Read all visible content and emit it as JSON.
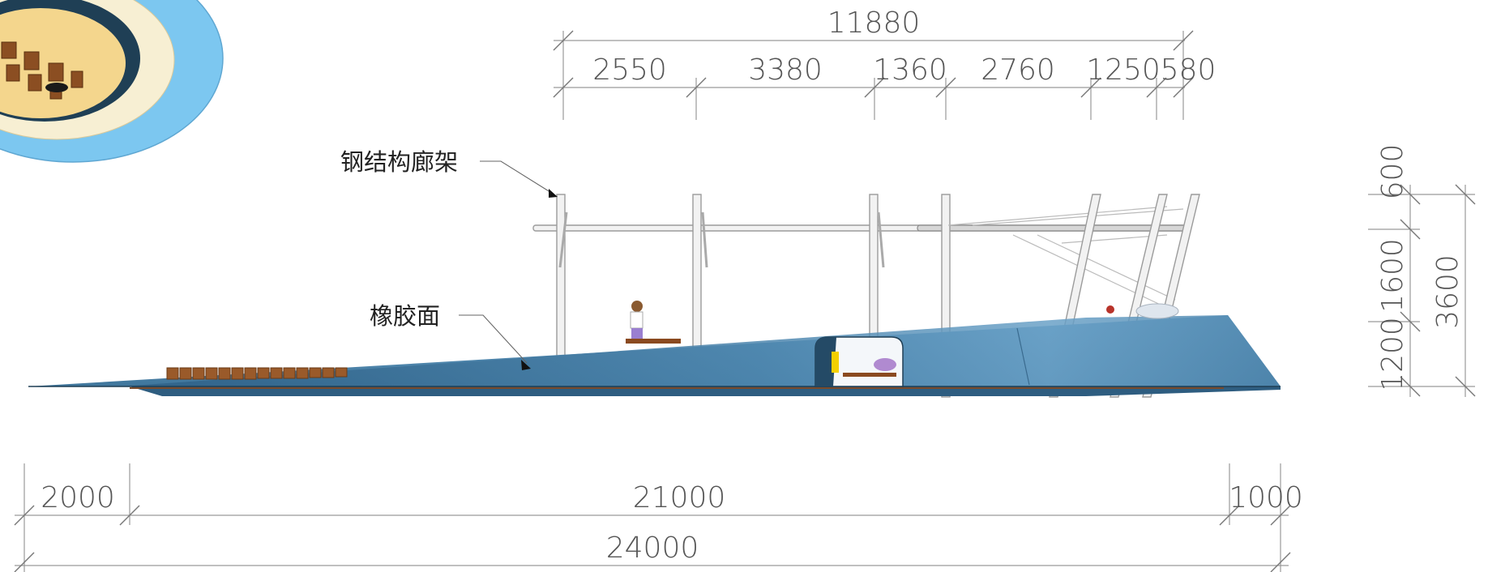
{
  "top_dimensions": {
    "total": "11880",
    "segments": [
      "2550",
      "3380",
      "1360",
      "2760",
      "1250",
      "580"
    ]
  },
  "bottom_dimensions": {
    "segments": [
      "2000",
      "21000",
      "1000"
    ],
    "total": "24000"
  },
  "right_dimensions": {
    "segments": [
      "600",
      "1600",
      "1200"
    ],
    "total": "3600"
  },
  "labels": {
    "steel_frame": "钢结构廊架",
    "rubber_surface": "橡胶面"
  },
  "colors": {
    "deck_blue": "#4f88ad",
    "deck_dark": "#2f5f80",
    "wood": "#9a5a2a",
    "pond_blue": "#7cc7f0",
    "pond_sand": "#f8ecc0"
  }
}
